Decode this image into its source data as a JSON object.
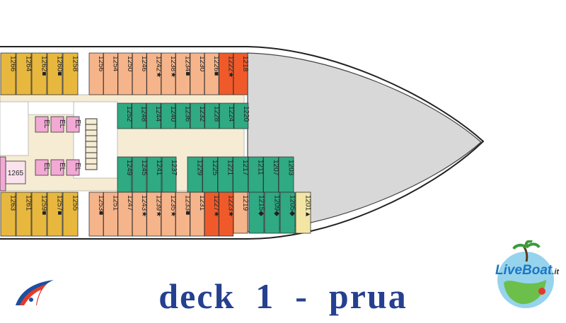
{
  "title": "deck  1  -  prua",
  "logo": {
    "text_a": "Live",
    "text_b": "Boat",
    "text_c": ".it"
  },
  "colors": {
    "orange_cabin": "#f6b48a",
    "yellow_cabin": "#e8b83e",
    "green_cabin": "#2faa82",
    "red_cabin": "#f05a2a",
    "pink_cabin": "#f2a9d4",
    "cream_cabin": "#f3e6a4",
    "corridor": "#f5ecd3",
    "bow": "#d8d8d8",
    "title": "#25408f"
  },
  "cabins_top": [
    "1266",
    "1264",
    "1262■",
    "1260■",
    "1258",
    "1256",
    "1254",
    "1250",
    "1246",
    "1242★",
    "1238★",
    "1234■",
    "1230",
    "1226■",
    "1222★",
    "1218"
  ],
  "cabins_inner_top": [
    "1252",
    "1248",
    "1244",
    "1240",
    "1236",
    "1232",
    "1228",
    "1224",
    "1220"
  ],
  "cabins_inner_bottom_left": [
    "1249",
    "1245",
    "1241",
    "1237"
  ],
  "cabins_inner_bottom_right": [
    "1229",
    "1225",
    "1221",
    "1217",
    "1211",
    "1207",
    "1203"
  ],
  "cabins_bottom": [
    "1263",
    "1261",
    "1259■",
    "1257■",
    "1255",
    "1253■",
    "1251",
    "1247",
    "1243★",
    "1239★",
    "1235★",
    "1233■",
    "1231",
    "1227★",
    "1223★",
    "1219",
    "1215◆",
    "1209◆",
    "1205◆",
    "1201▲"
  ],
  "cabin_1265": "1265",
  "elevators": [
    "EL",
    "EL",
    "EL",
    "EL",
    "EL",
    "EL"
  ]
}
